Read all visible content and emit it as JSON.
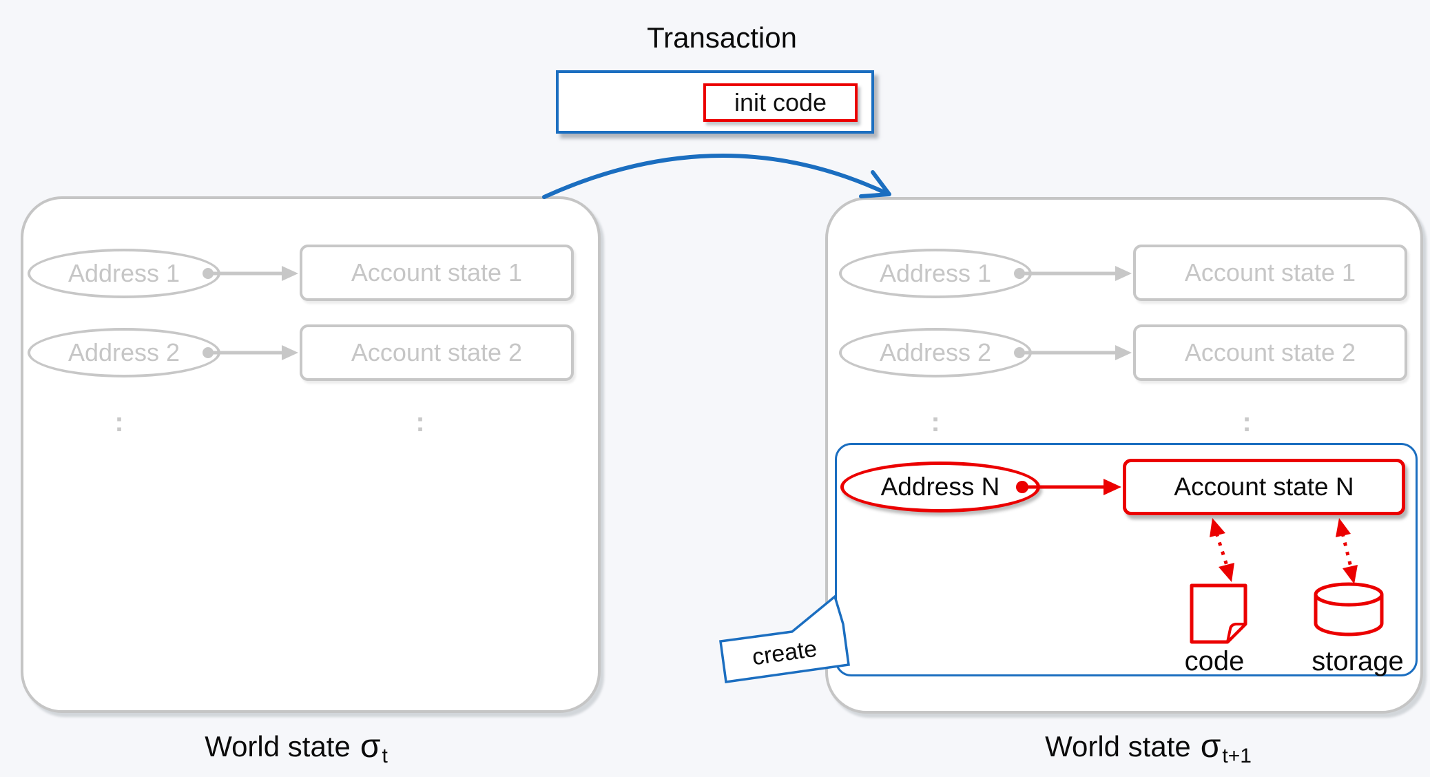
{
  "colors": {
    "accent_blue": "#1b6ec0",
    "accent_red": "#eb0000",
    "muted_gray": "#c7c7c7",
    "background": "#f6f7fa",
    "text_black": "#0b0b0b"
  },
  "icons": {
    "transaction_flow": "curved-arrow-icon",
    "code": "document-icon",
    "storage": "database-cylinder-icon",
    "create": "speech-callout-icon"
  },
  "transaction": {
    "title": "Transaction",
    "payload": "init code"
  },
  "left_state": {
    "rows": [
      {
        "address": "Address 1",
        "account": "Account state 1"
      },
      {
        "address": "Address 2",
        "account": "Account state 2"
      }
    ],
    "ellipsis": ":",
    "caption": {
      "text": "World state",
      "sigma": "σ",
      "subscript": "t"
    }
  },
  "right_state": {
    "rows": [
      {
        "address": "Address 1",
        "account": "Account state 1"
      },
      {
        "address": "Address 2",
        "account": "Account state 2"
      }
    ],
    "ellipsis": ":",
    "caption": {
      "text": "World state",
      "sigma": "σ",
      "subscript": "t+1"
    },
    "new_account": {
      "create_label": "create",
      "address": "Address N",
      "account": "Account state N",
      "code_label": "code",
      "storage_label": "storage"
    }
  }
}
